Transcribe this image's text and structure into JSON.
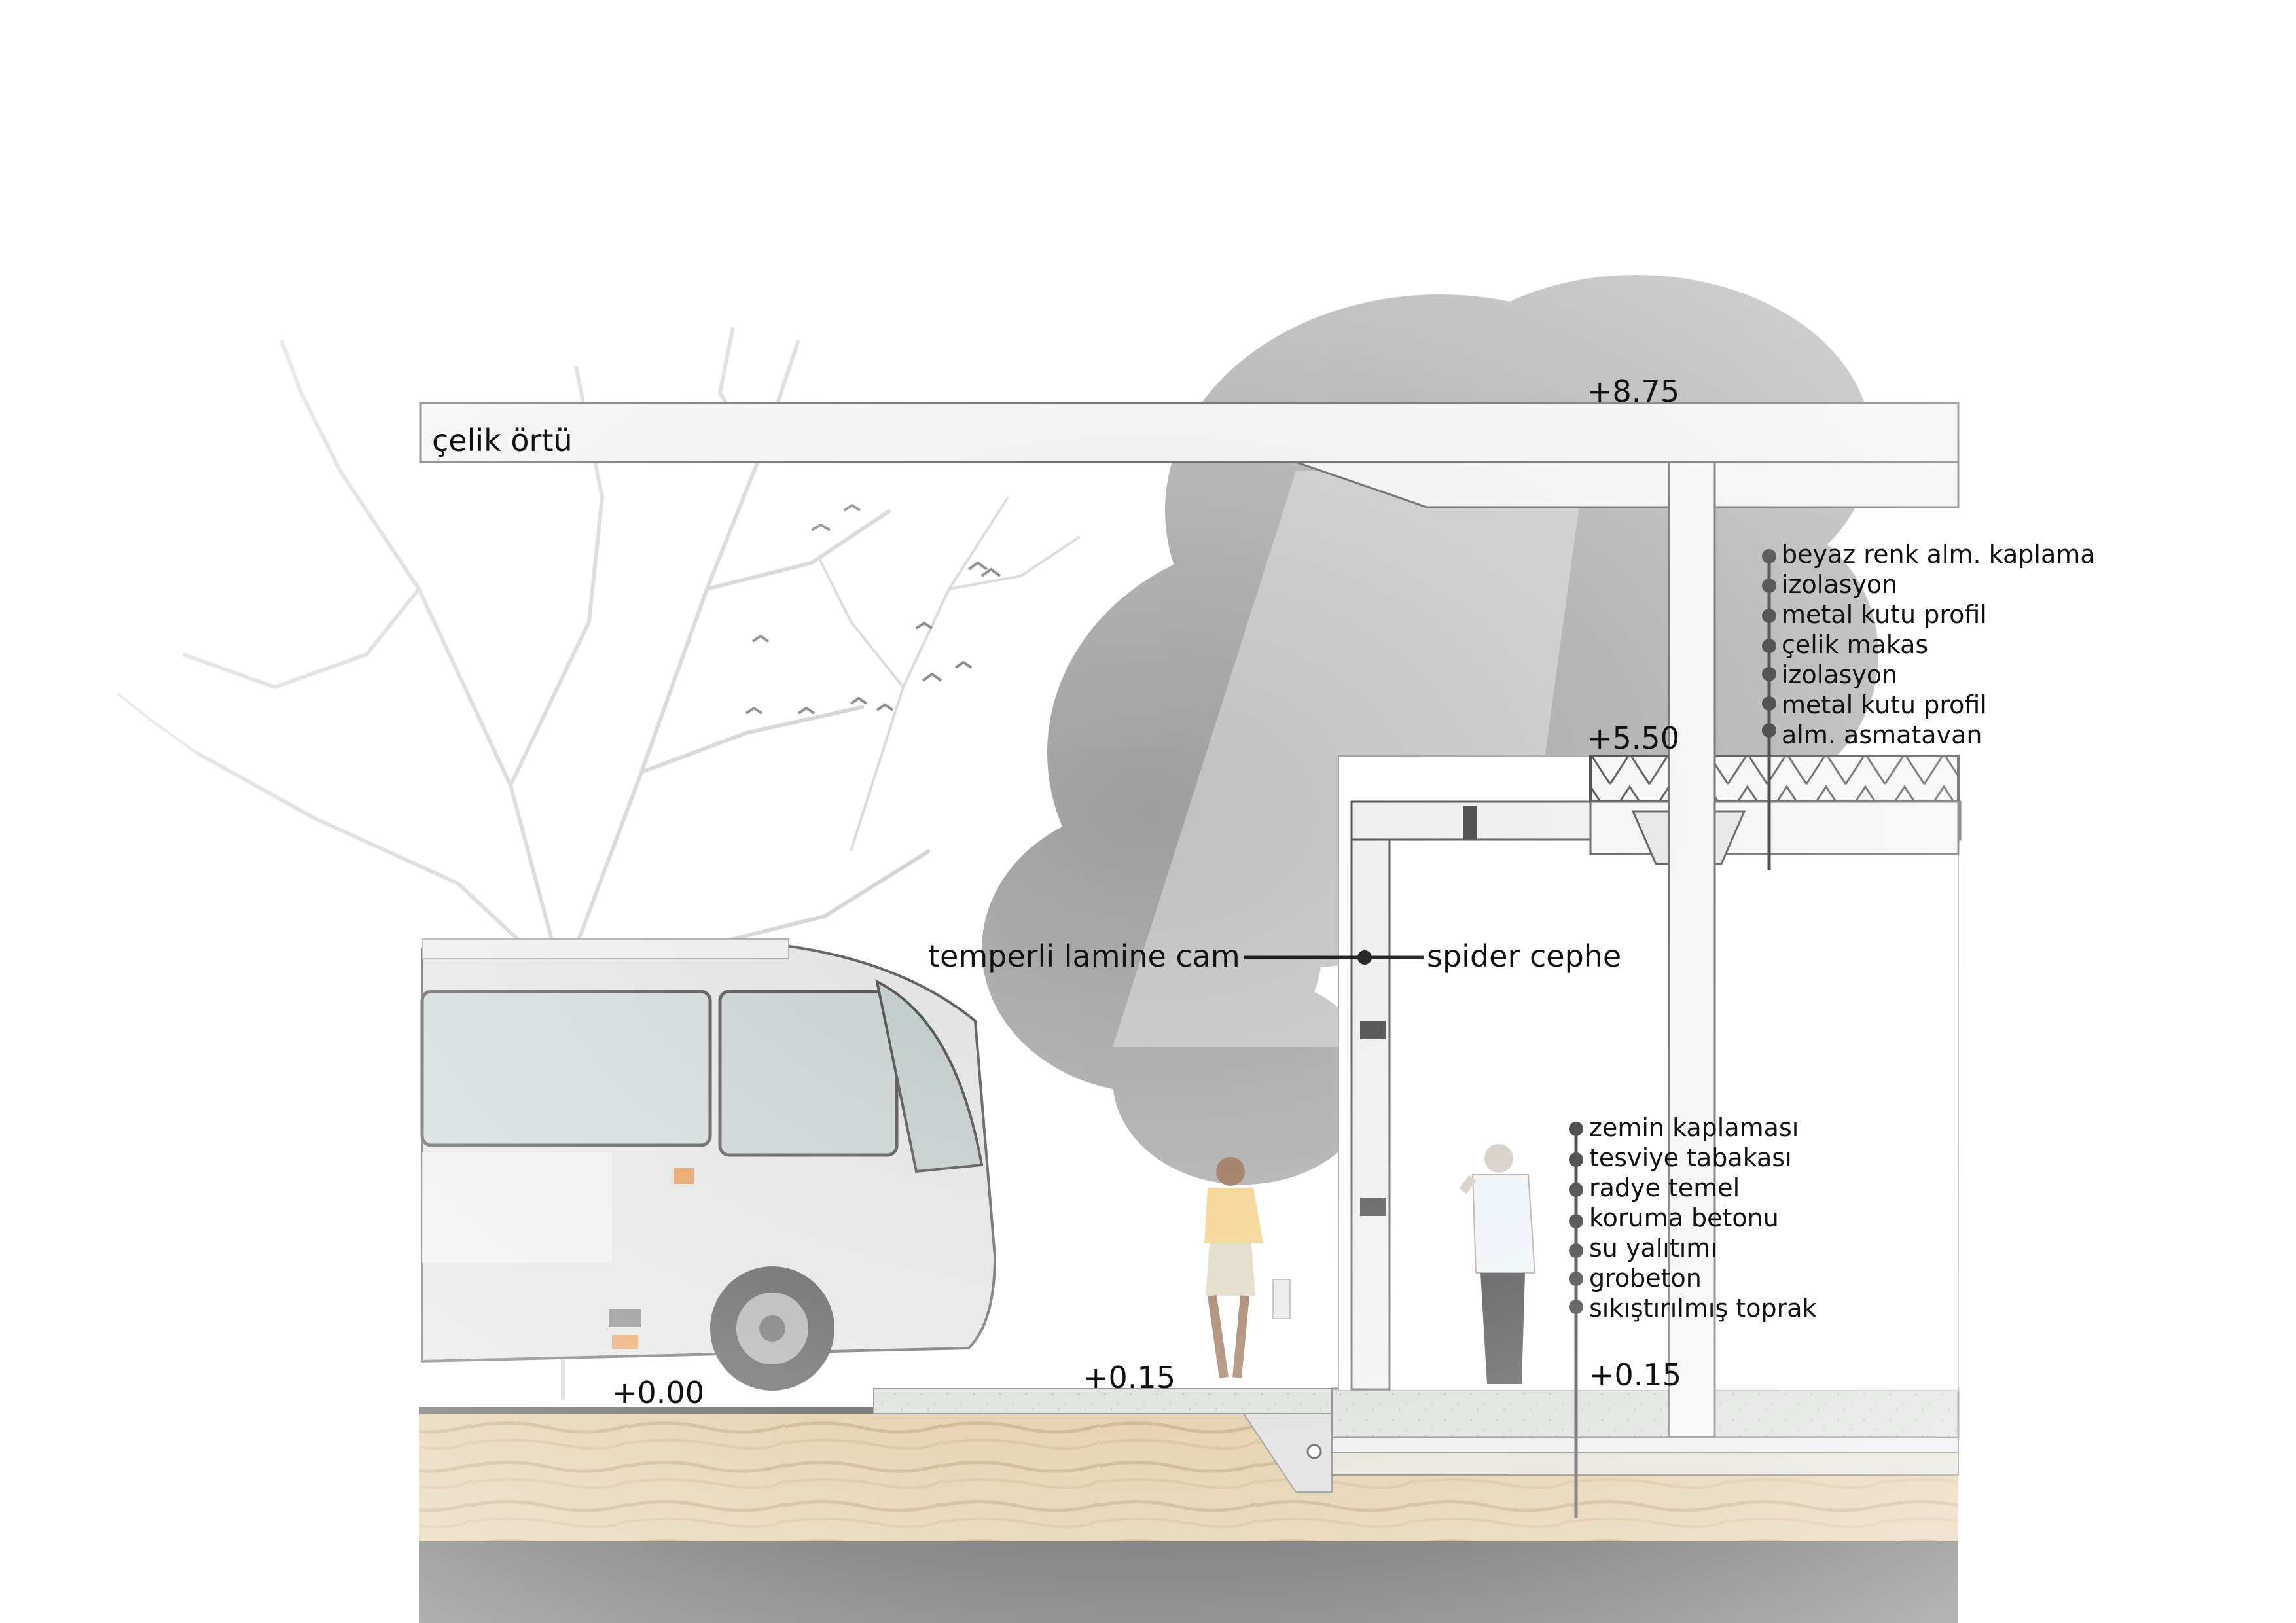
{
  "roof": {
    "label": "çelik örtü",
    "level": "+8.75"
  },
  "ceiling": {
    "level": "+5.50"
  },
  "ground": {
    "road_level": "+0.00",
    "sidewalk_level": "+0.15",
    "interior_level": "+0.15"
  },
  "facade": {
    "glass_label": "temperli lamine cam",
    "system_label": "spider cephe"
  },
  "roof_layers": [
    "beyaz renk alm. kaplama",
    "izolasyon",
    "metal kutu profil",
    "çelik makas",
    "izolasyon",
    "metal kutu profil",
    "alm. asmatavan"
  ],
  "floor_layers": [
    "zemin kaplaması",
    "tesviye tabakası",
    "radye temel",
    "koruma betonu",
    "su yalıtımı",
    "grobeton",
    "sıkıştırılmış toprak"
  ],
  "colors": {
    "soil": "#d6b57e",
    "soil_dark": "#b98f52",
    "concrete": "#cfd2cf",
    "roof_fill": "#eeeeee",
    "structure_fill": "#f3f3f3",
    "tree": "#8a8a8a",
    "bus_body": "#dcdcdc",
    "bus_window": "#c7d1d0",
    "black": "#000000"
  }
}
